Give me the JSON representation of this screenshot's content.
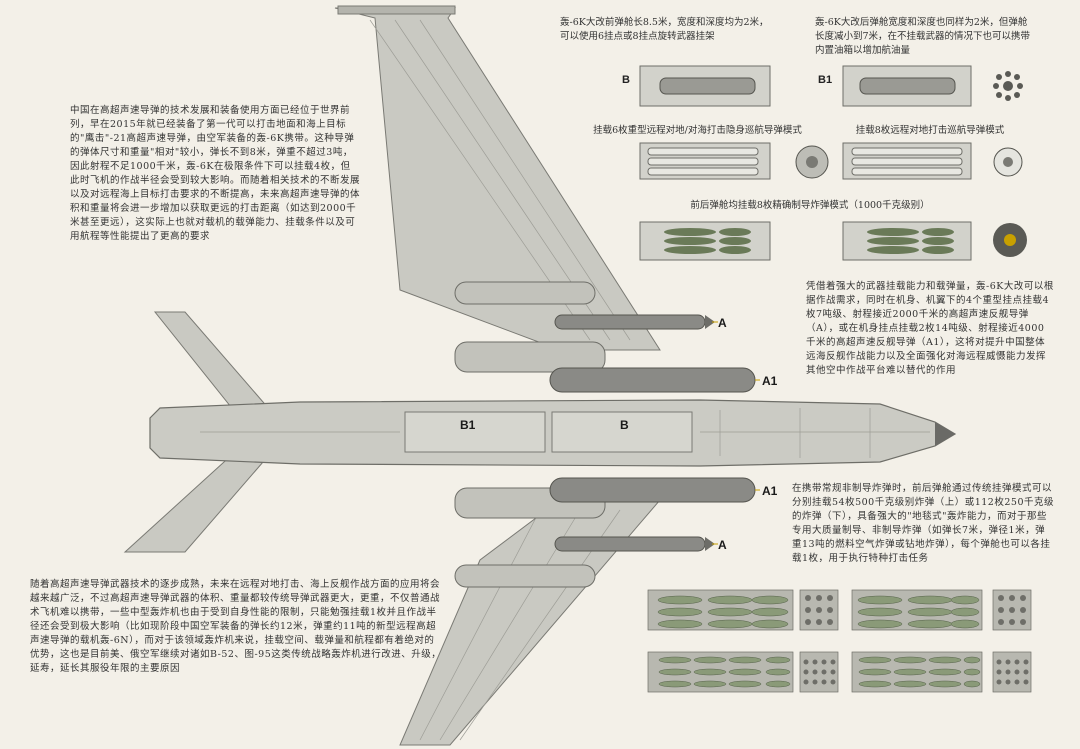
{
  "colors": {
    "background": "#f3f0e8",
    "airframe": "#c9c9c2",
    "airframe_dark": "#9d9d96",
    "missile": "#8a8a86",
    "accent_label": "#c8a000"
  },
  "captions": {
    "front_bay": "轰-6K大改前弹舱长8.5米，宽度和深度均为2米，可以使用6挂点或8挂点旋转武器挂架",
    "rear_bay": "轰-6K大改后弹舱宽度和深度也同样为2米，但弹舱长度减小到7米，在不挂载武器的情况下也可以携带内置油箱以增加航油量",
    "mode_cruise_6": "挂载6枚重型远程对地/对海打击隐身巡航导弹模式",
    "mode_cruise_8": "挂载8枚远程对地打击巡航导弹模式",
    "mode_bombs": "前后弹舱均挂载8枚精确制导炸弹模式（1000千克级别）"
  },
  "bay_labels": {
    "front": "B",
    "rear": "B1"
  },
  "paragraphs": {
    "intro": "中国在高超声速导弹的技术发展和装备使用方面已经位于世界前列，早在2015年就已经装备了第一代可以打击地面和海上目标的\"鹰击\"-21高超声速导弹，由空军装备的轰-6K携带。这种导弹的弹体尺寸和重量\"相对\"较小，弹长不到8米，弹重不超过3吨，因此射程不足1000千米，轰-6K在极限条件下可以挂载4枚，但此时飞机的作战半径会受到较大影响。而随着相关技术的不断发展以及对远程海上目标打击要求的不断提高，未来高超声速导弹的体积和重量将会进一步增加以获取更远的打击距离（如达到2000千米甚至更远），这实际上也就对载机的载弹能力、挂载条件以及可用航程等性能提出了更高的要求",
    "payload": "凭借着强大的武器挂载能力和载弹量，轰-6K大改可以根据作战需求，同时在机身、机翼下的4个重型挂点挂载4枚7吨级、射程接近2000千米的高超声速反舰导弹（A），或在机身挂点挂载2枚14吨级、射程接近4000千米的高超声速反舰导弹（A1），这将对提升中国整体远海反舰作战能力以及全面强化对海远程威慑能力发挥其他空中作战平台难以替代的作用",
    "bombs": "在携带常规非制导炸弹时，前后弹舱通过传统挂弹模式可以分别挂载54枚500千克级别炸弹（上）或112枚250千克级的炸弹（下），具备强大的\"地毯式\"轰炸能力，而对于那些专用大质量制导、非制导炸弹（如弹长7米，弹径1米，弹重13吨的燃料空气炸弹或钻地炸弹），每个弹舱也可以各挂载1枚，用于执行特种打击任务",
    "conclusion": "随着高超声速导弹武器技术的逐步成熟，未来在远程对地打击、海上反舰作战方面的应用将会越来越广泛，不过高超声速导弹武器的体积、重量都较传统导弹武器更大，更重，不仅普通战术飞机难以携带，一些中型轰炸机也由于受到自身性能的限制，只能勉强挂载1枚并且作战半径还会受到极大影响（比如现阶段中国空军装备的弹长约12米，弹重约11吨的新型远程高超声速导弹的载机轰-6N），而对于该领域轰炸机来说，挂载空间、载弹量和航程都有着绝对的优势，这也是目前美、俄空军继续对诸如B-52、图-95这类传统战略轰炸机进行改进、升级，延寿，延长其服役年限的主要原因"
  },
  "missile_labels": [
    "A",
    "A1",
    "A1",
    "A"
  ]
}
